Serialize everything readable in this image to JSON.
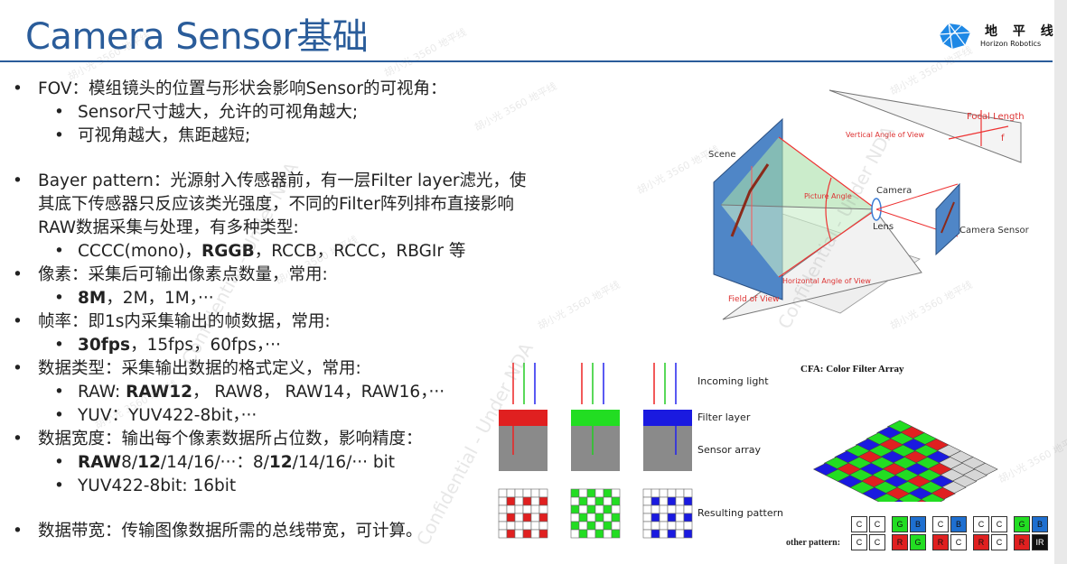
{
  "title": "Camera Sensor基础",
  "logo": {
    "cn": "地 平 线",
    "en": "Horizon Robotics"
  },
  "fov": {
    "label": "FOV：模组镜头的位置与形状会影响Sensor的可视角：",
    "subs": [
      "Sensor尺寸越大，允许的可视角越大;",
      "可视角越大，焦距越短;"
    ]
  },
  "bayer": {
    "label": "Bayer pattern：光源射入传感器前，有一层Filter layer滤光，使其底下传感器只反应该类光强度，不同的Filter阵列排布直接影响RAW数据采集与处理，有多种类型:",
    "types": {
      "a": "CCCC(mono)，",
      "b": "RGGB",
      "c": "，RCCB，RCCC，RBGIr 等"
    }
  },
  "pixel": {
    "label": "像素：采集后可输出像素点数量，常用:",
    "bold": "8M",
    "rest": "，2M，1M，···"
  },
  "fps": {
    "label": "帧率：即1s内采集输出的帧数据，常用:",
    "bold": "30fps",
    "rest": "，15fps，60fps，···"
  },
  "dtype": {
    "label": "数据类型：采集输出数据的格式定义，常用:",
    "raw_pre": "RAW: ",
    "raw_bold": "RAW12",
    "raw_rest": "，  RAW8，  RAW14，RAW16，···",
    "yuv": "YUV：YUV422-8bit，···"
  },
  "width": {
    "label": "数据宽度：输出每个像素数据所占位数，影响精度：",
    "p1": "RAW",
    "p2": "8/",
    "p3": "12",
    "p4": "/14/16/···：8/",
    "p5": "12",
    "p6": "/14/16/··· bit",
    "yuv": "YUV422-8bit: 16bit"
  },
  "bandwidth": {
    "label": "数据带宽：传输图像数据所需的总线带宽，可计算。"
  },
  "fov_diagram": {
    "scene": "Scene",
    "camera": "Camera",
    "lens": "Lens",
    "sensor": "Camera Sensor",
    "focal": "Focal Length",
    "f": "f",
    "vertical": "Vertical Angle of View",
    "picture": "Picture Angle",
    "horizontal": "Horizontal Angle of View",
    "field": "Field of View"
  },
  "cfa": {
    "incoming": "Incoming light",
    "filter": "Filter layer",
    "sensor": "Sensor array",
    "resulting": "Resulting pattern",
    "title": "CFA: Color Filter Array",
    "other": "other pattern:"
  },
  "patterns": [
    {
      "tl": "C",
      "tr": "C",
      "bl": "C",
      "br": "C"
    },
    {
      "tl": "G",
      "tr": "B",
      "bl": "R",
      "br": "G"
    },
    {
      "tl": "C",
      "tr": "B",
      "bl": "R",
      "br": "C"
    },
    {
      "tl": "C",
      "tr": "C",
      "bl": "R",
      "br": "C"
    },
    {
      "tl": "G",
      "tr": "B",
      "bl": "R",
      "br": "IR"
    }
  ],
  "colors": {
    "title": "#2a5c9a",
    "red": "#e02020",
    "green": "#22dd22",
    "blue": "#1a1ae0",
    "gray": "#8a8a8a"
  },
  "watermark": {
    "small": "胡小光 3560 地平线",
    "big": "Confidential - Under NDA"
  }
}
